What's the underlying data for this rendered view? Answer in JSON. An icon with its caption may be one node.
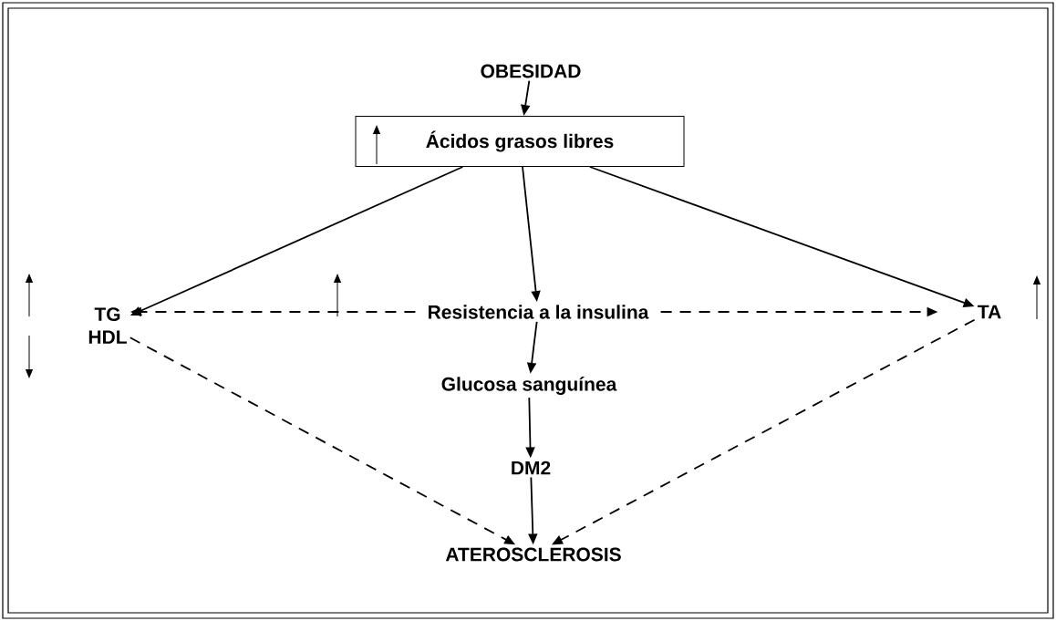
{
  "diagram": {
    "nodes": [
      {
        "text": [
          "OBESIDAD"
        ]
      },
      {
        "text": [
          "Ácidos grasos libres"
        ]
      },
      {
        "text": [
          "Resistencia a la insulina"
        ]
      },
      {
        "text": [
          "Glucosa sanguínea"
        ]
      },
      {
        "text": [
          "DM2"
        ]
      },
      {
        "text": [
          "ATEROSCLEROSIS"
        ]
      },
      {
        "text": [
          "TG",
          "HDL"
        ]
      },
      {
        "text": [
          "TA"
        ]
      }
    ],
    "edges": [
      {
        "from": 0,
        "to": 1,
        "arrow": "to"
      },
      {
        "from": 1,
        "to": 2,
        "arrow": "to"
      },
      {
        "from": 1,
        "to": 6,
        "arrow": "to"
      },
      {
        "from": 1,
        "to": 7,
        "arrow": "to"
      },
      {
        "from": 2,
        "to": 6,
        "arrow": "to",
        "style": "dashed"
      },
      {
        "from": 2,
        "to": 7,
        "arrow": "to",
        "style": "dashed"
      },
      {
        "from": 2,
        "to": 3,
        "arrow": "to"
      },
      {
        "from": 3,
        "to": 4,
        "arrow": "to"
      },
      {
        "from": 4,
        "to": 5,
        "arrow": "to"
      },
      {
        "from": 6,
        "to": 5,
        "arrow": "to",
        "style": "dashed"
      },
      {
        "from": 7,
        "to": 5,
        "arrow": "to",
        "style": "dashed"
      }
    ]
  }
}
